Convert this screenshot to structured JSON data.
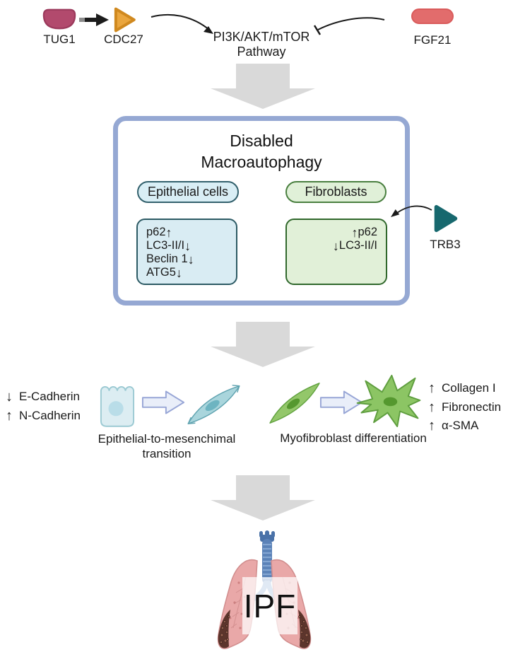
{
  "top": {
    "tug1_label": "TUG1",
    "cdc27_label": "CDC27",
    "pathway_line1": "PI3K/AKT/mTOR",
    "pathway_line2": "Pathway",
    "fgf21_label": "FGF21"
  },
  "autophagy_box": {
    "title_line1": "Disabled",
    "title_line2": "Macroautophagy",
    "epithelial_label": "Epithelial cells",
    "fibroblast_label": "Fibroblasts",
    "epithelial_markers": [
      {
        "label": "p62",
        "arrow": "↑"
      },
      {
        "label": "LC3-II/I ",
        "arrow": "↓"
      },
      {
        "label": "Beclin 1",
        "arrow": "↓"
      },
      {
        "label": "ATG5",
        "arrow": "↓"
      }
    ],
    "fibroblast_markers": [
      {
        "arrow": "↑",
        "label": "p62"
      },
      {
        "arrow": "↓",
        "label": "LC3-II/I"
      }
    ],
    "trb3_label": "TRB3"
  },
  "emt": {
    "markers": [
      {
        "arrow": "↓",
        "label": "E-Cadherin"
      },
      {
        "arrow": "↑",
        "label": "N-Cadherin"
      }
    ],
    "caption_line1": "Epithelial-to-mesenchimal",
    "caption_line2": "transition"
  },
  "myofibroblast": {
    "caption": "Myofibroblast differentiation",
    "markers": [
      {
        "arrow": "↑",
        "label": "Collagen I"
      },
      {
        "arrow": "↑",
        "label": "Fibronectin"
      },
      {
        "arrow": "↑",
        "label": "α-SMA"
      }
    ]
  },
  "outcome": {
    "label": "IPF"
  },
  "colors": {
    "tug1": "#b24a6d",
    "cdc27": "#eaa63e",
    "fgf21": "#e26c6c",
    "trb3": "#17686e",
    "outer_box_border": "#95a8d3",
    "epithelial_fill": "#d9eef5",
    "epithelial_border": "#33616d",
    "fibroblast_fill": "#e0f0d8",
    "fibroblast_border": "#4a8040",
    "big_arrow_gray": "#d9d9d9",
    "lung_pink": "#e9a8a8",
    "trachea_blue": "#5b82b8",
    "fibrosis_brown": "#5d352c"
  }
}
